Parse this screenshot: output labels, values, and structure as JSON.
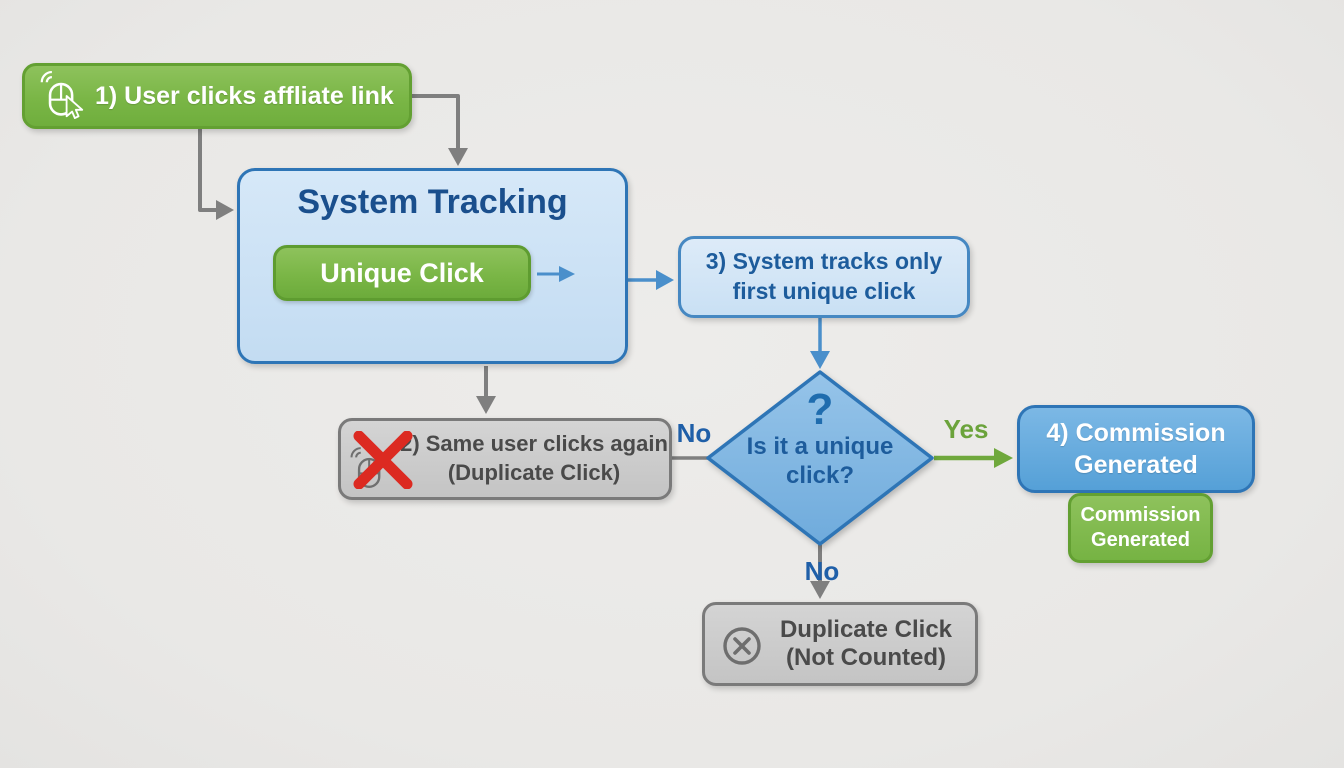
{
  "colors": {
    "background": "#e9e8e6",
    "green_fill": "#7ab646",
    "green_border": "#63a032",
    "light_blue_fill": "#cde2f4",
    "medium_blue_fill": "#5ea7dc",
    "blue_border": "#2e75b6",
    "blue_text": "#1d5c9c",
    "gray_fill": "#c9c9c9",
    "gray_border": "#7a7a7a",
    "gray_text": "#4a4a4a",
    "arrow_gray": "#7f7f7f",
    "arrow_blue": "#4a8fcb",
    "arrow_green": "#6fa83c",
    "label_no_blue": "#1f5fa8",
    "label_yes_green": "#6ba33b",
    "red_x": "#dc2a21"
  },
  "icons": {
    "step1_icon": "mouse-click-icon",
    "step2_icon": "mouse-click-icon",
    "step2_overlay": "red-x-icon",
    "unique_click_arrow": "arrow-right-icon",
    "duplicate_icon": "circle-x-icon"
  },
  "step1": {
    "label": "1) User clicks affliate link"
  },
  "system_tracking": {
    "title": "System Tracking",
    "button_label": "Unique Click"
  },
  "step3": {
    "line1": "3) System tracks only",
    "line2": "first unique click"
  },
  "decision": {
    "question_mark": "?",
    "line1": "Is it a unique",
    "line2": "click?"
  },
  "step2": {
    "line1": "2) Same user clicks again",
    "line2": "(Duplicate Click)"
  },
  "step4": {
    "line1": "4) Commission",
    "line2": "Generated"
  },
  "commission_badge": {
    "line1": "Commission",
    "line2": "Generated"
  },
  "duplicate_result": {
    "line1": "Duplicate Click",
    "line2": "(Not Counted)"
  },
  "edge_labels": {
    "no_left": "No",
    "yes_right": "Yes",
    "no_bottom": "No"
  }
}
